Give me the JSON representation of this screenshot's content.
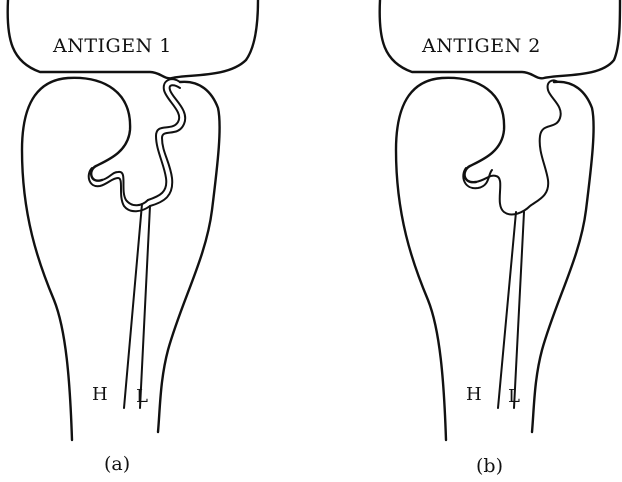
{
  "panels": [
    {
      "antigen_label": "ANTIGEN 1",
      "heavy_label": "H",
      "light_label": "L",
      "caption": "(a)"
    },
    {
      "antigen_label": "ANTIGEN 2",
      "heavy_label": "H",
      "light_label": "L",
      "caption": "(b)"
    }
  ],
  "colors": {
    "ink": "#111111",
    "background": "#ffffff"
  }
}
